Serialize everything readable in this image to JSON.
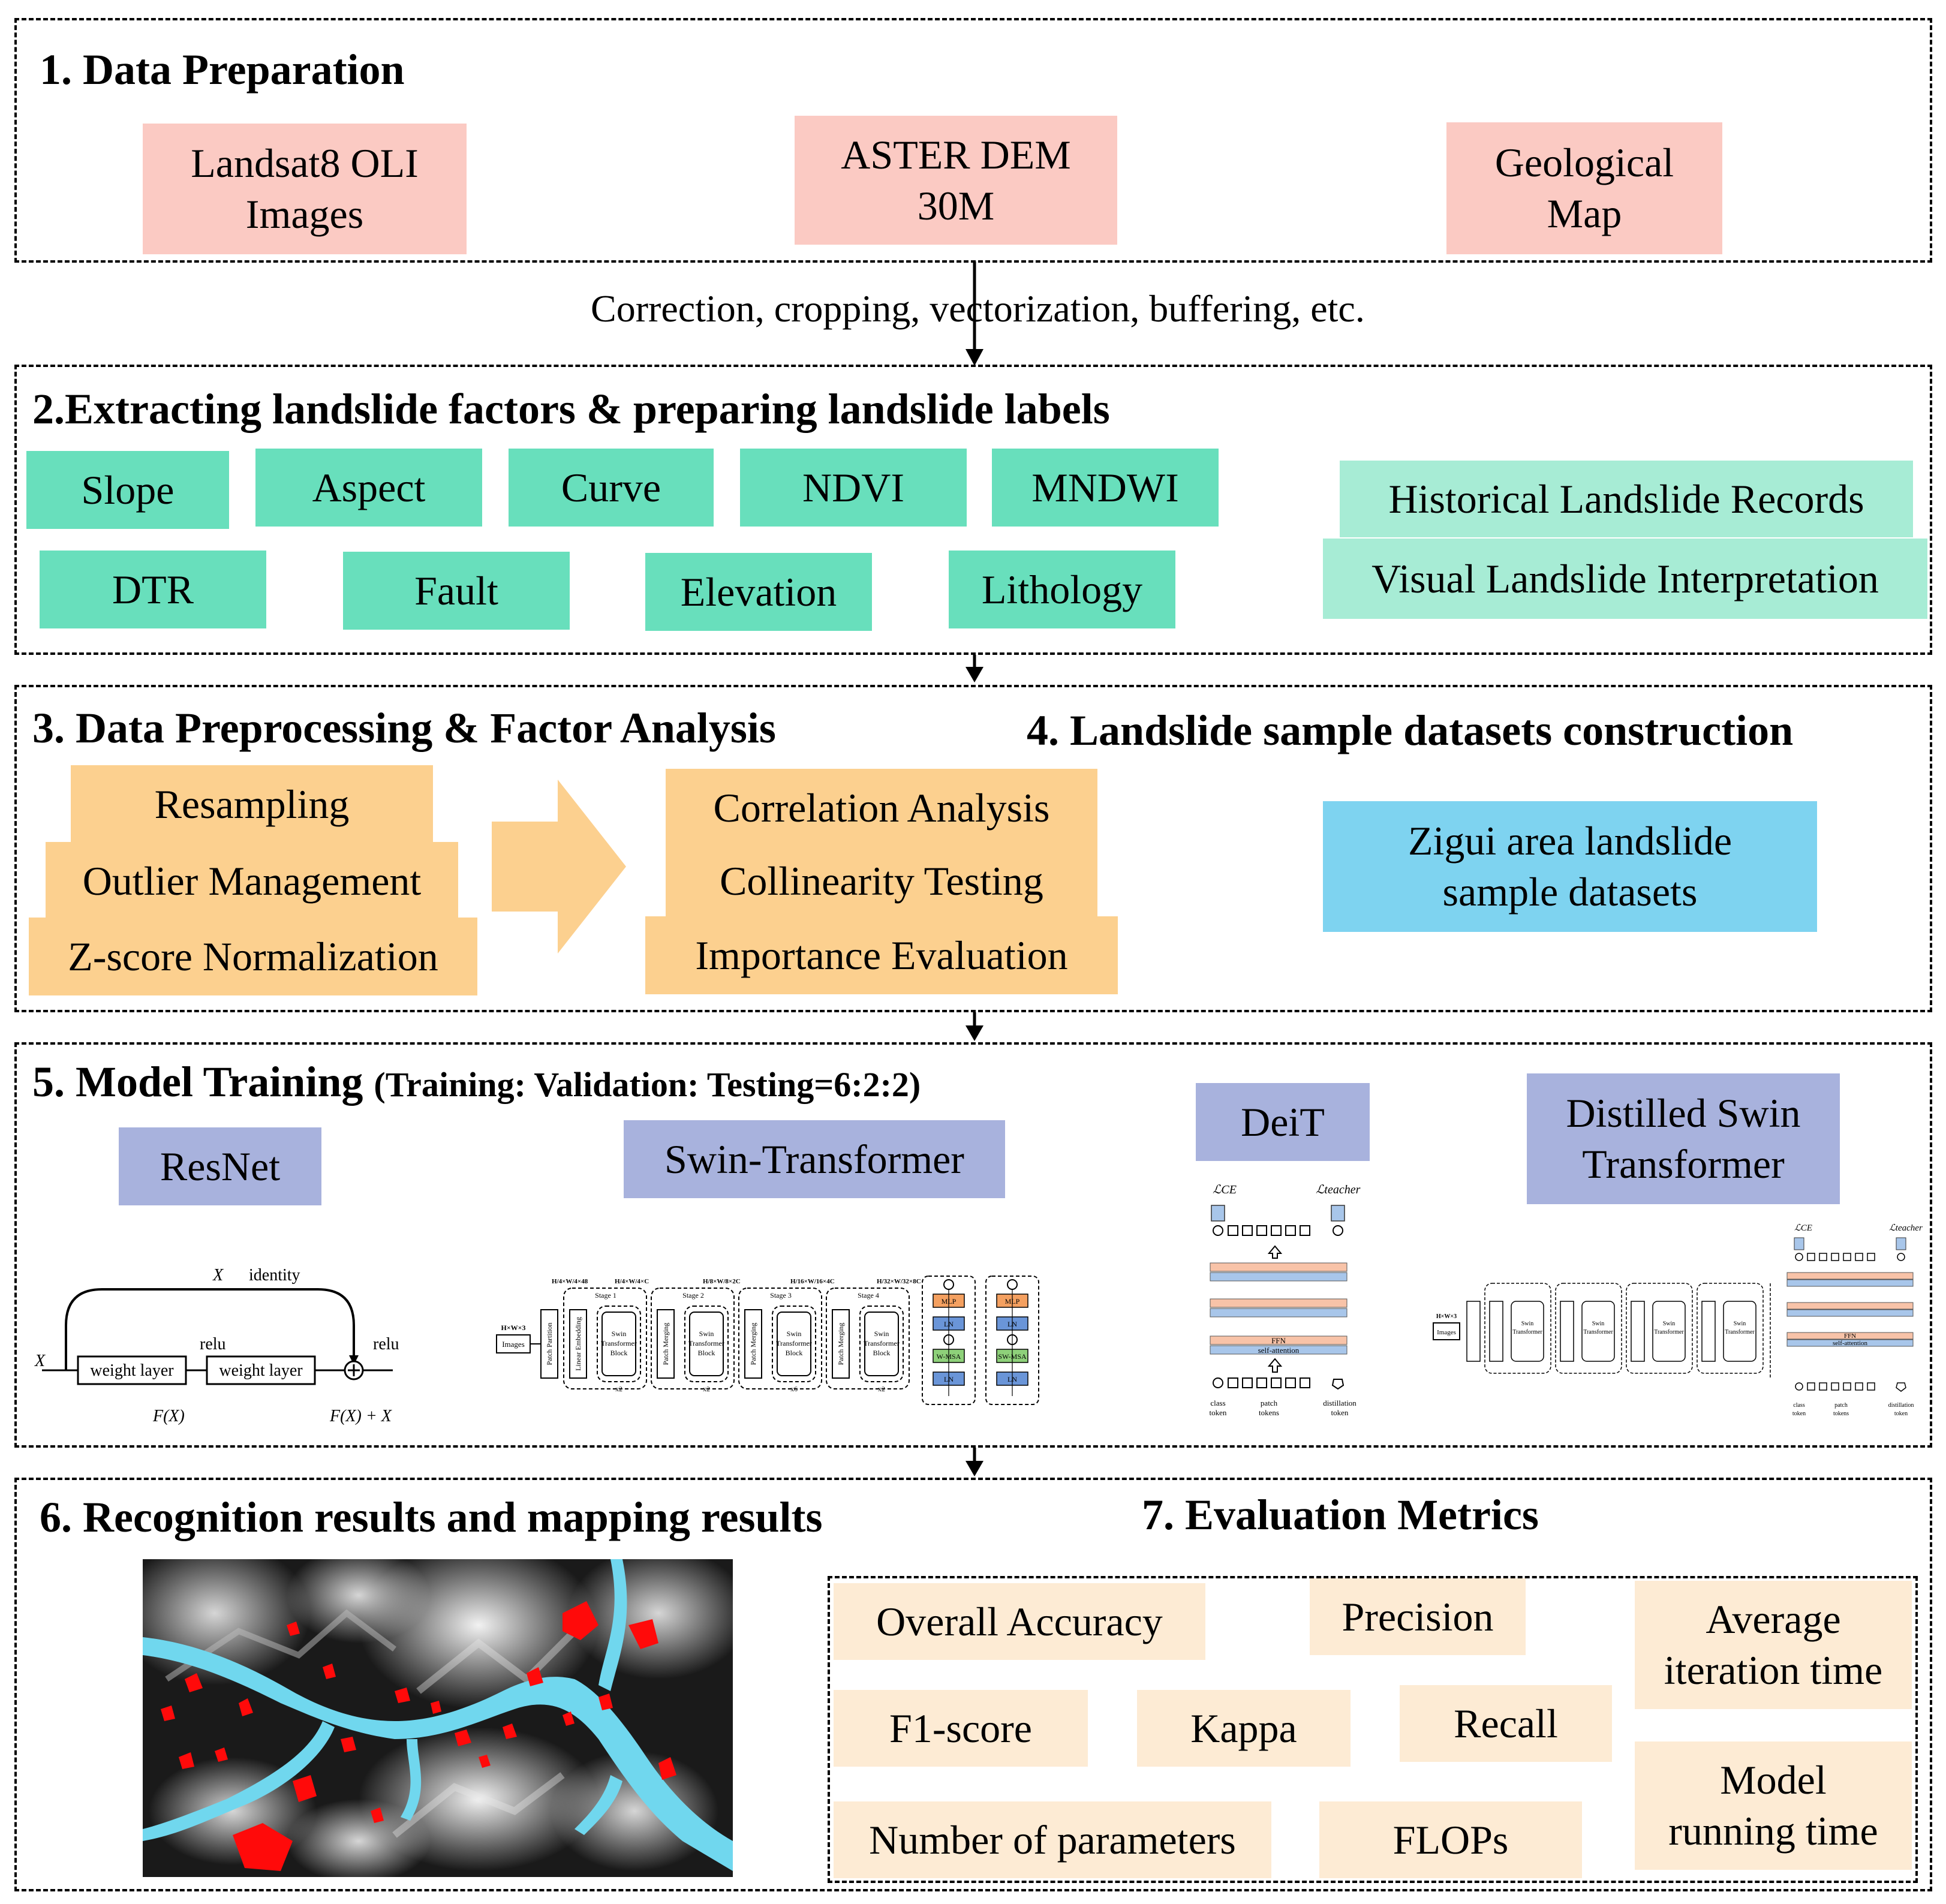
{
  "sections": {
    "s1": {
      "title": "1. Data Preparation"
    },
    "s2": {
      "title": "2.Extracting landslide factors & preparing landslide labels"
    },
    "s3": {
      "title": "3. Data Preprocessing & Factor Analysis"
    },
    "s4": {
      "title": "4. Landslide sample datasets construction"
    },
    "s5": {
      "title": "5. Model Training",
      "subtitle": "(Training: Validation: Testing=6:2:2)"
    },
    "s6": {
      "title": "6. Recognition results and mapping results"
    },
    "s7": {
      "title": "7. Evaluation Metrics"
    }
  },
  "data_sources": {
    "landsat": [
      "Landsat8 OLI",
      "Images"
    ],
    "dem": [
      "ASTER DEM",
      "30M"
    ],
    "geo": [
      "Geological",
      "Map"
    ]
  },
  "flow_caption": "Correction, cropping, vectorization, buffering, etc.",
  "factors": {
    "slope": "Slope",
    "aspect": "Aspect",
    "curve": "Curve",
    "ndvi": "NDVI",
    "mndwi": "MNDWI",
    "dtr": "DTR",
    "fault": "Fault",
    "elevation": "Elevation",
    "lithology": "Lithology"
  },
  "labels": {
    "historical": "Historical Landslide Records",
    "visual": "Visual Landslide Interpretation"
  },
  "preprocess": {
    "resampling": "Resampling",
    "outlier": "Outlier Management",
    "zscore": "Z-score Normalization"
  },
  "analysis": {
    "correlation": "Correlation Analysis",
    "collinearity": "Collinearity Testing",
    "importance": "Importance Evaluation"
  },
  "dataset": [
    "Zigui area landslide",
    "sample datasets"
  ],
  "models": {
    "resnet": "ResNet",
    "swin": "Swin-Transformer",
    "deit": "DeiT",
    "dswin": [
      "Distilled Swin",
      "Transformer"
    ]
  },
  "resnet_diagram": {
    "x": "X",
    "identity": "identity",
    "relu1": "relu",
    "relu2": "relu",
    "layer1": "weight layer",
    "layer2": "weight layer",
    "fx": "F(X)",
    "fxx": "F(X) + X"
  },
  "swin_diagram": {
    "input": "Images",
    "input_dim": "H×W×3",
    "patch_partition": "Patch Partition",
    "linear": "Linear Embedding",
    "merging": "Patch Merging",
    "block": [
      "Swin",
      "Transformer",
      "Block"
    ],
    "stages": [
      "Stage 1",
      "Stage 2",
      "Stage 3",
      "Stage 4"
    ],
    "stage_dims": [
      "H/4×W/4×48",
      "H/4×W/4×C",
      "H/8×W/8×2C",
      "H/16×W/16×4C",
      "H/32×W/32×8C"
    ],
    "repeats": [
      "x2",
      "x2",
      "x6",
      "x2"
    ],
    "mlp": "MLP",
    "ln": "LN",
    "wmsa": "W-MSA",
    "swmsa": "SW-MSA"
  },
  "deit_diagram": {
    "loss_ce": "ℒCE",
    "loss_teacher": "ℒteacher",
    "ffn": "FFN",
    "self_attention": "self-attention",
    "class_token": [
      "class",
      "token"
    ],
    "patch_tokens": [
      "patch",
      "tokens"
    ],
    "distill_token": [
      "distillation",
      "token"
    ]
  },
  "metrics": {
    "oa": "Overall Accuracy",
    "precision": "Precision",
    "avg_iter": [
      "Average",
      "iteration time"
    ],
    "f1": "F1-score",
    "kappa": "Kappa",
    "recall": "Recall",
    "params": "Number of parameters",
    "flops": "FLOPs",
    "run_time": [
      "Model",
      "running time"
    ]
  },
  "colors": {
    "data_source": "#fbcac3",
    "factor": "#68dfbc",
    "label": "#a7ecd5",
    "process": "#fcd08f",
    "dataset": "#7ed3f0",
    "model": "#a8b2dd",
    "metric": "#fdebd4",
    "river": "#70d7ee",
    "landslide": "#ff0a0a"
  }
}
